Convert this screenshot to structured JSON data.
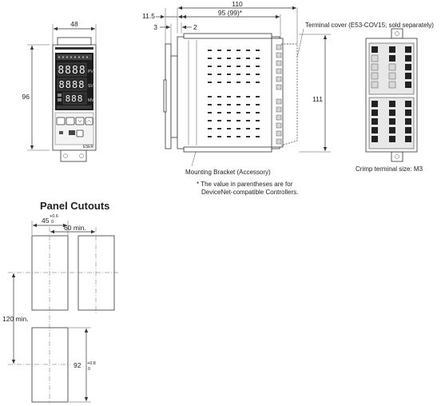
{
  "front_view": {
    "width_dim": "48",
    "height_dim": "96",
    "model_label": "E5ER",
    "display_labels": [
      "PV",
      "SV",
      "MV"
    ]
  },
  "side_view": {
    "depth_dim": "110",
    "body_depth_dim": "95 (99)*",
    "front_dim": "11.5",
    "bezel_dim_left": "3",
    "bezel_dim_right": "2",
    "height_dim": "111",
    "terminal_cover_note": "Terminal cover (E53-COV15; sold separately)",
    "bracket_note": "Mounting Bracket (Accessory)",
    "footnote_line1": "* The value in parentheses are for",
    "footnote_line2": "DeviceNet-compatible Controllers."
  },
  "rear_view": {
    "crimp_note": "Crimp terminal size: M3"
  },
  "panel_cutouts": {
    "title": "Panel Cutouts",
    "width_dim": "45",
    "width_tol_upper": "+0.6",
    "width_tol_lower": "0",
    "spacing_h": "60 min.",
    "spacing_v": "120 min.",
    "height_dim": "92",
    "height_tol_upper": "+0.8",
    "height_tol_lower": "0"
  }
}
